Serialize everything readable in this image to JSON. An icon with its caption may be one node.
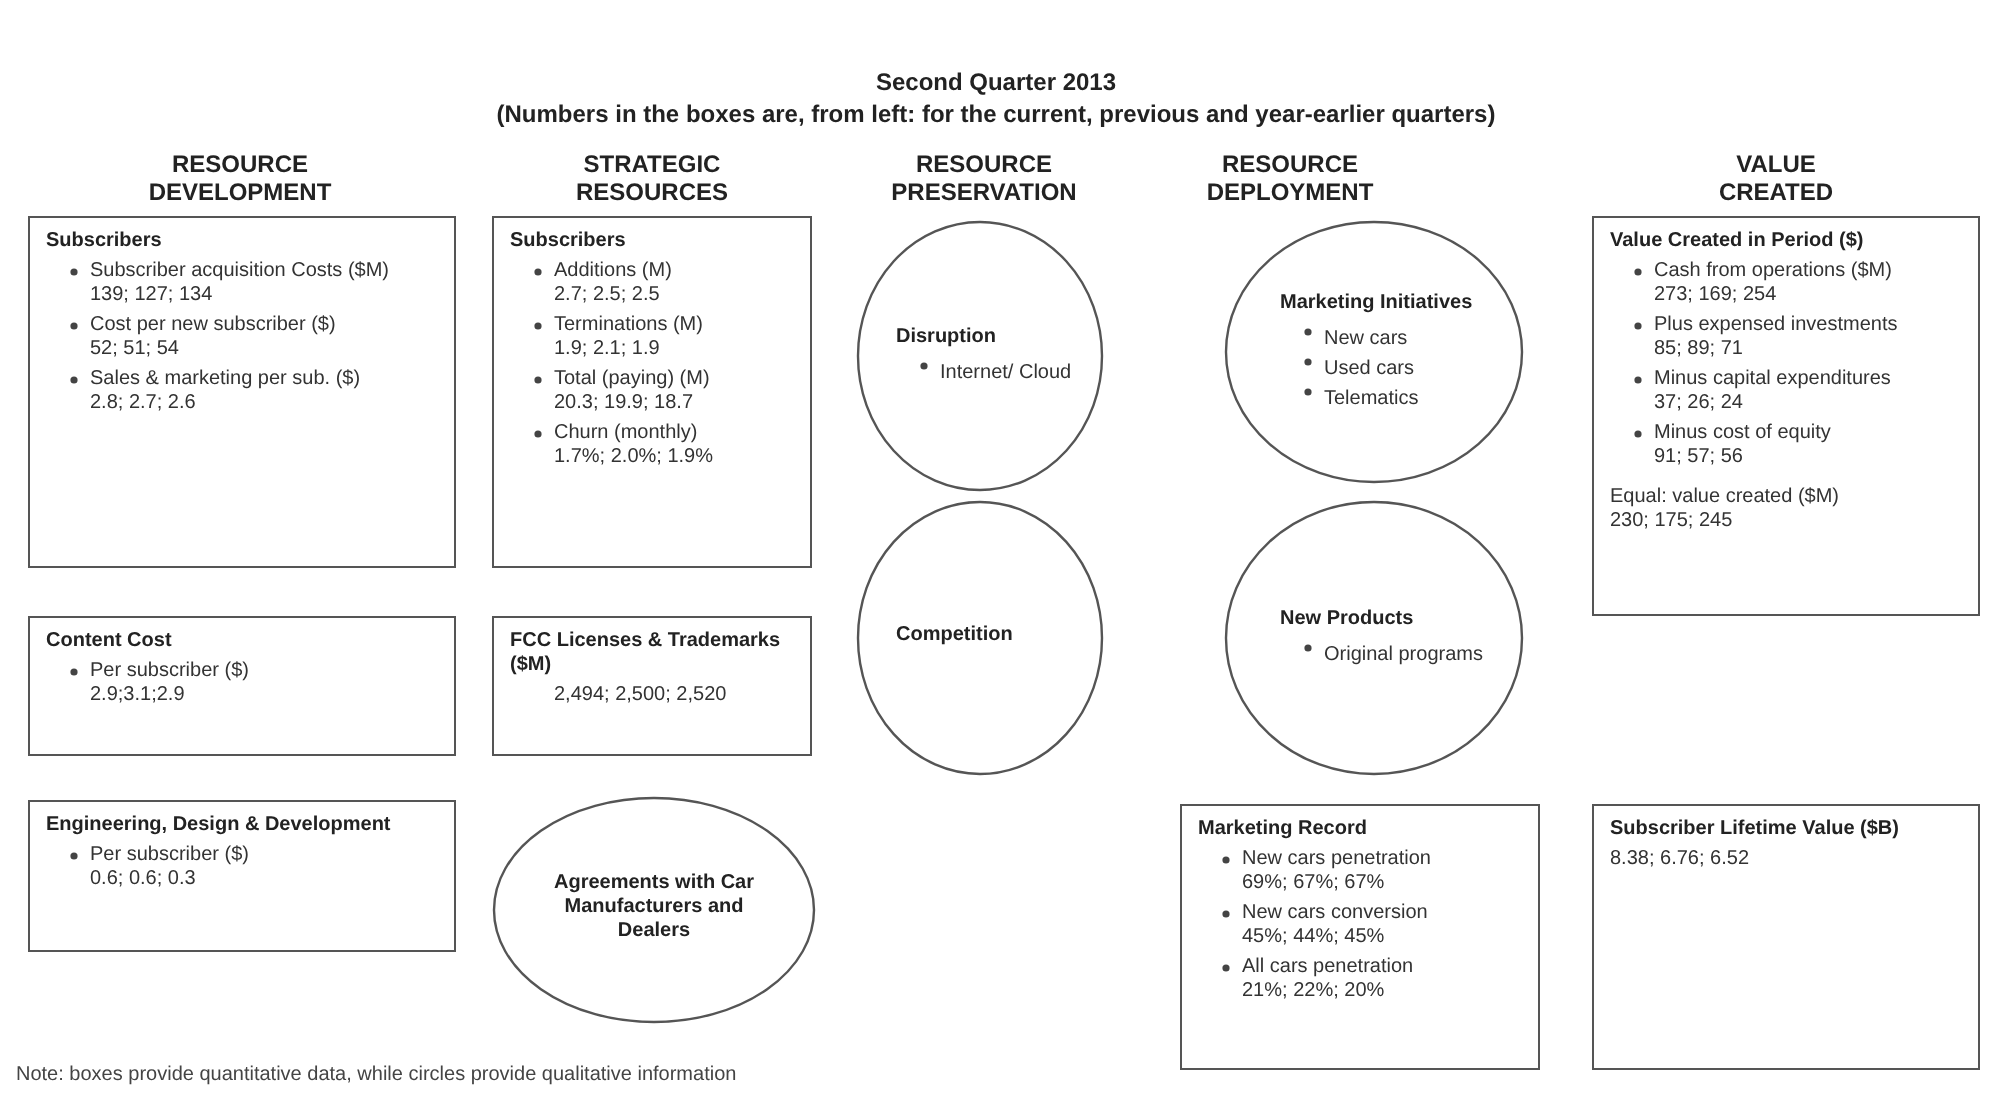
{
  "diagram": {
    "title": "Second Quarter 2013",
    "caption": "Note: boxes provide quantitative data, while circles provide qualitative information",
    "nodes": [
      {
        "text": [
          "Subscribers",
          "Subscriber acquisition Costs ($M)",
          "139; 127; 134",
          "Cost per new subscriber ($)",
          "52; 51; 54",
          "Sales & marketing per sub. ($)",
          "2.8; 2.7; 2.6"
        ]
      },
      {
        "text": [
          "Content Cost",
          "Per subscriber ($)",
          "2.9;3.1;2.9"
        ]
      },
      {
        "text": [
          "Engineering, Design & Development",
          "Per subscriber ($)",
          "0.6; 0.6; 0.3"
        ]
      },
      {
        "text": [
          "Subscribers",
          "Additions (M)",
          "2.7; 2.5; 2.5",
          "Terminations (M)",
          "1.9; 2.1; 1.9",
          "Total (paying) (M)",
          "20.3; 19.9; 18.7",
          "Churn (monthly)",
          "1.7%; 2.0%; 1.9%"
        ]
      },
      {
        "text": [
          "FCC Licenses & Trademarks ($M)",
          "2,494; 2,500; 2,520"
        ]
      },
      {
        "text": [
          "Agreements with Car Manufacturers and Dealers"
        ]
      },
      {
        "text": [
          "Disruption",
          "Internet/ Cloud"
        ]
      },
      {
        "text": [
          "Competition"
        ]
      },
      {
        "text": [
          "Marketing Initiatives",
          "New cars",
          "Used cars",
          "Telematics"
        ]
      },
      {
        "text": [
          "New Products",
          "Original programs"
        ]
      },
      {
        "text": [
          "Marketing Record",
          "New cars penetration",
          "69%; 67%; 67%",
          "New cars conversion",
          "45%; 44%; 45%",
          "All cars penetration",
          "21%; 22%; 20%"
        ]
      },
      {
        "text": [
          "Value Created in Period ($)",
          "Cash from operations ($M)",
          "273; 169; 254",
          "Plus expensed investments",
          "85; 89; 71",
          "Minus capital expenditures",
          "37; 26; 24",
          "Minus cost of equity",
          "91; 57; 56",
          "Equal: value created ($M)",
          "230; 175; 245"
        ]
      },
      {
        "text": [
          "Subscriber Lifetime Value ($B)",
          "8.38; 6.76; 6.52"
        ]
      }
    ],
    "labels": [
      "(Numbers in the boxes are, from left: for the current, previous and year-earlier quarters)",
      "RESOURCE DEVELOPMENT",
      "STRATEGIC RESOURCES",
      "RESOURCE PRESERVATION",
      "RESOURCE DEPLOYMENT",
      "VALUE CREATED"
    ]
  }
}
